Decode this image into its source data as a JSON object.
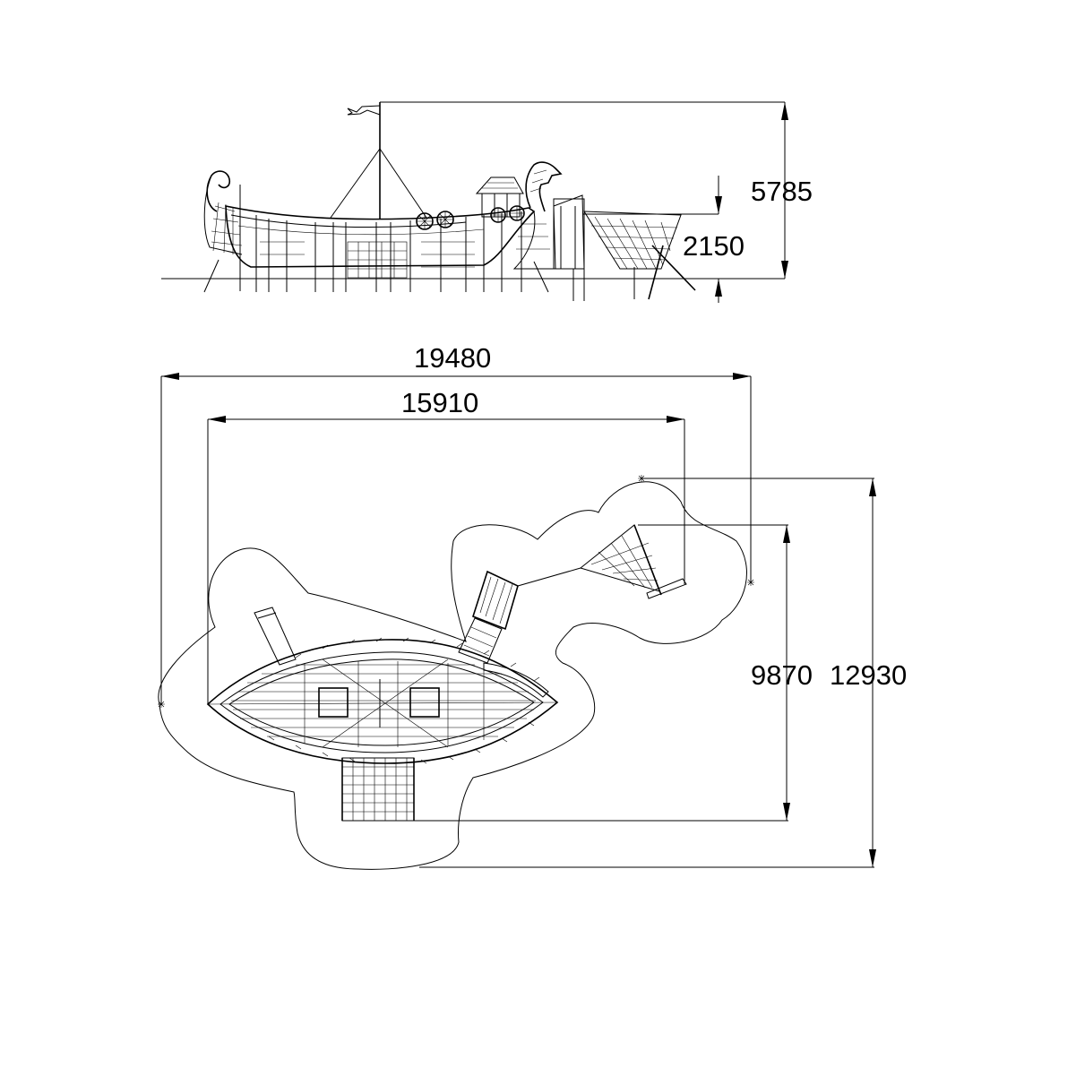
{
  "dimensions": {
    "total_height": "5785",
    "platform_height": "2150",
    "overall_length": "19480",
    "equipment_length": "15910",
    "equipment_width": "9870",
    "overall_width": "12930"
  },
  "colors": {
    "line": "#000000",
    "background": "#ffffff"
  }
}
